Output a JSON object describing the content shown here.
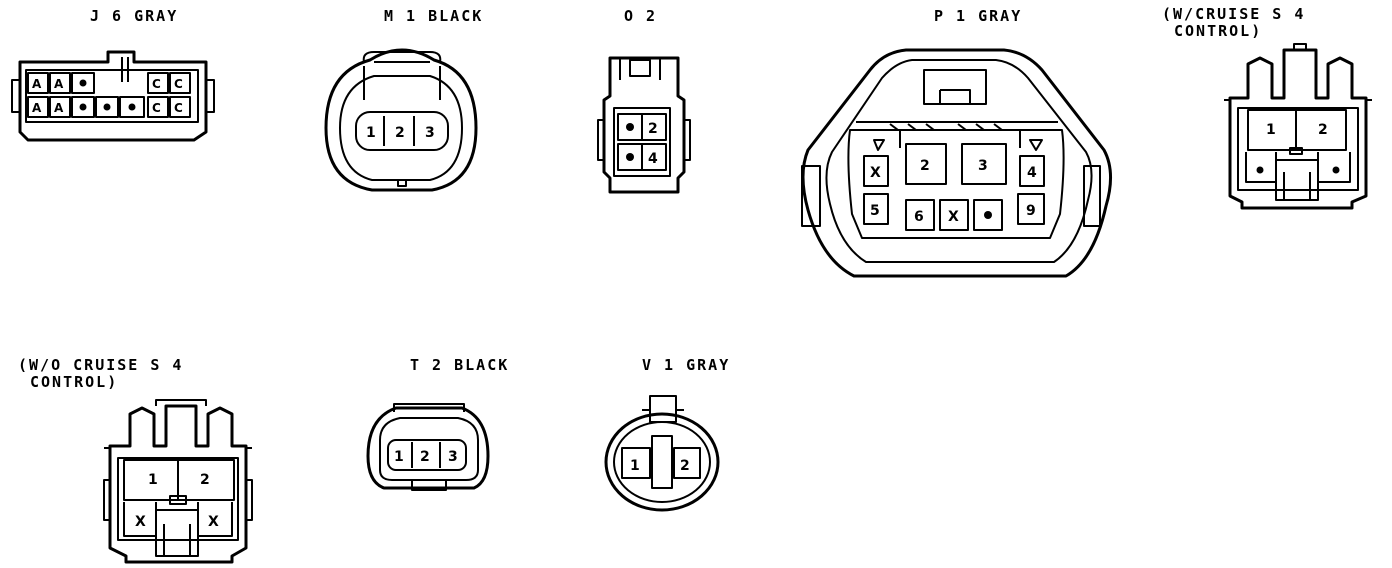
{
  "connectors": {
    "j6": {
      "label": "J 6 GRAY",
      "pins": [
        "A",
        "A",
        "C",
        "C",
        "A",
        "A",
        "C",
        "C"
      ]
    },
    "m1": {
      "label": "M 1 BLACK",
      "pins": [
        "1",
        "2",
        "3"
      ]
    },
    "o2": {
      "label": "O 2",
      "pins": [
        "2",
        "4"
      ]
    },
    "p1": {
      "label": "P 1 GRAY",
      "pins": [
        "X",
        "2",
        "3",
        "4",
        "5",
        "6",
        "X",
        "9"
      ]
    },
    "s4w": {
      "label_line1": "(W/CRUISE S 4",
      "label_line2": "CONTROL)",
      "pins": [
        "1",
        "2"
      ]
    },
    "s4wo": {
      "label_line1": "(W/O CRUISE S 4",
      "label_line2": "CONTROL)",
      "pins": [
        "1",
        "2",
        "X",
        "X"
      ]
    },
    "t2": {
      "label": "T 2 BLACK",
      "pins": [
        "1",
        "2",
        "3"
      ]
    },
    "v1": {
      "label": "V 1 GRAY",
      "pins": [
        "1",
        "2"
      ]
    }
  }
}
